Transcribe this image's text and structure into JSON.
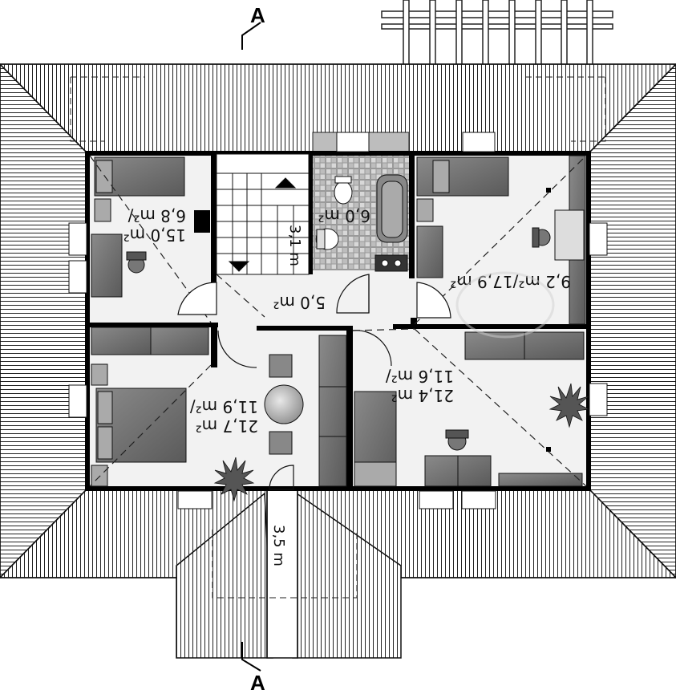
{
  "plan": {
    "section_marker_top": "A",
    "section_marker_bottom": "A",
    "rooms": [
      {
        "id": "bedroom-nw",
        "area_label": "6,8 m²/",
        "area_label_2": "15,0 m²"
      },
      {
        "id": "staircase",
        "height_label": "3,1 m"
      },
      {
        "id": "bathroom",
        "area_label": "6,0 m²"
      },
      {
        "id": "bedroom-ne",
        "area_label": "9,2 m²/17,9 m²"
      },
      {
        "id": "hall",
        "area_label": "5,0 m²"
      },
      {
        "id": "bedroom-sw",
        "area_label": "11,9 m²/",
        "area_label_2": "21,7 m²"
      },
      {
        "id": "bedroom-se",
        "area_label": "11,6 m²/",
        "area_label_2": "21,4 m²"
      },
      {
        "id": "entrance-stair",
        "height_label": "3,5 m"
      }
    ]
  }
}
